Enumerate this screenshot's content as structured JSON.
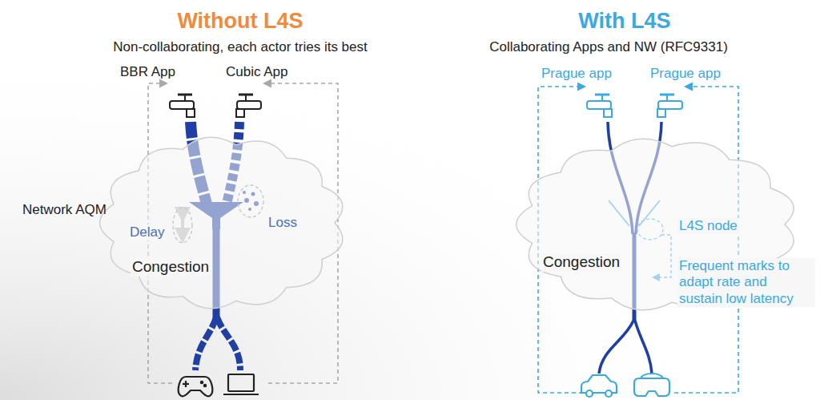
{
  "diagram": {
    "nodes": [
      {
        "text": [
          "Network AQM",
          "Delay",
          "Loss",
          "Congestion"
        ]
      },
      {
        "text": [
          "L4S node",
          "Congestion",
          "Frequent marks to adapt rate and sustain low latency"
        ]
      }
    ],
    "edges": [],
    "labels": [
      "Without L4S",
      "Non-collaborating, each actor tries its best",
      "BBR App",
      "Cubic App",
      "With L4S",
      "Collaborating Apps and NW (RFC9331)",
      "Prague app",
      "Prague app"
    ]
  }
}
